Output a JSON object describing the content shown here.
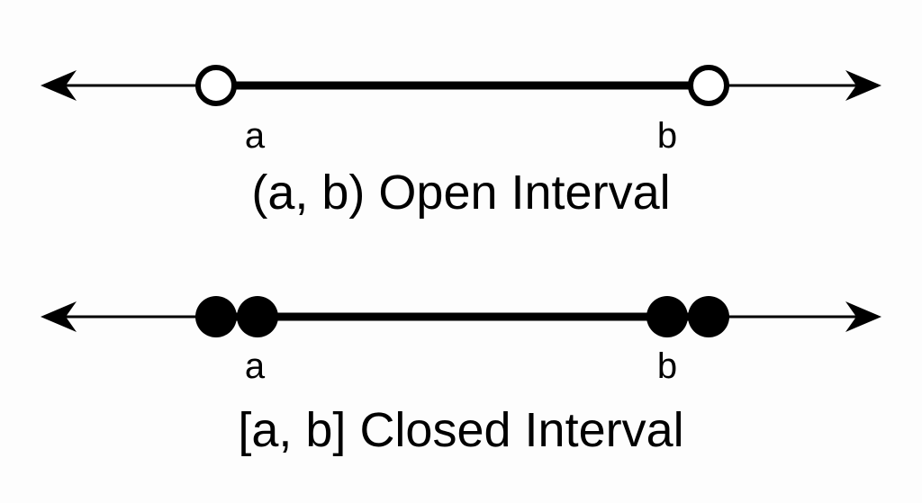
{
  "open_interval": {
    "label_a": "a",
    "label_b": "b",
    "caption": "(a, b) Open Interval",
    "endpoint_style": "hollow"
  },
  "closed_interval": {
    "label_a": "a",
    "label_b": "b",
    "caption": "[a, b] Closed Interval",
    "endpoint_style": "filled"
  },
  "colors": {
    "ink": "#000000",
    "background": "#fdfdfd"
  }
}
